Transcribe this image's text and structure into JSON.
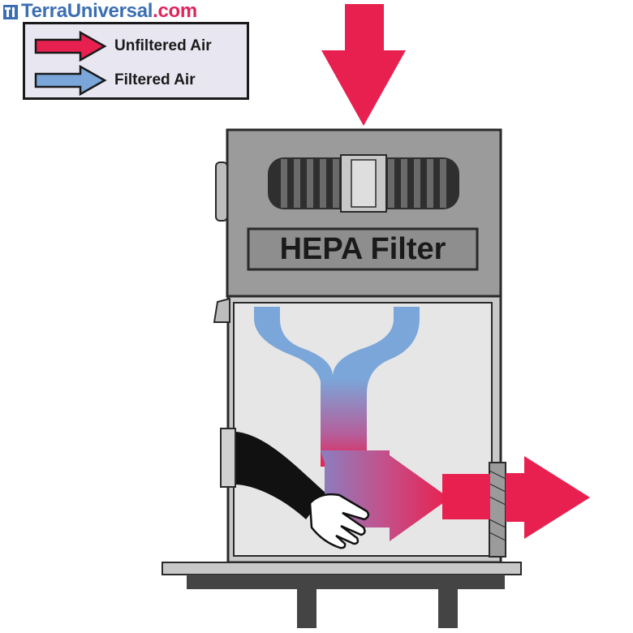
{
  "brand": {
    "part1": "TerraUniversal",
    "part2": ".com"
  },
  "legend": {
    "items": [
      {
        "label": "Unfiltered Air",
        "color": "#e8204f"
      },
      {
        "label": "Filtered Air",
        "color": "#7ba6d9"
      }
    ]
  },
  "unit": {
    "filter_label": "HEPA Filter"
  },
  "colors": {
    "unfiltered": "#e8204f",
    "filtered": "#7ba6d9",
    "housing": "#9b9b9b",
    "chamber": "#e6e6e6",
    "outline": "#2a2a2a"
  }
}
